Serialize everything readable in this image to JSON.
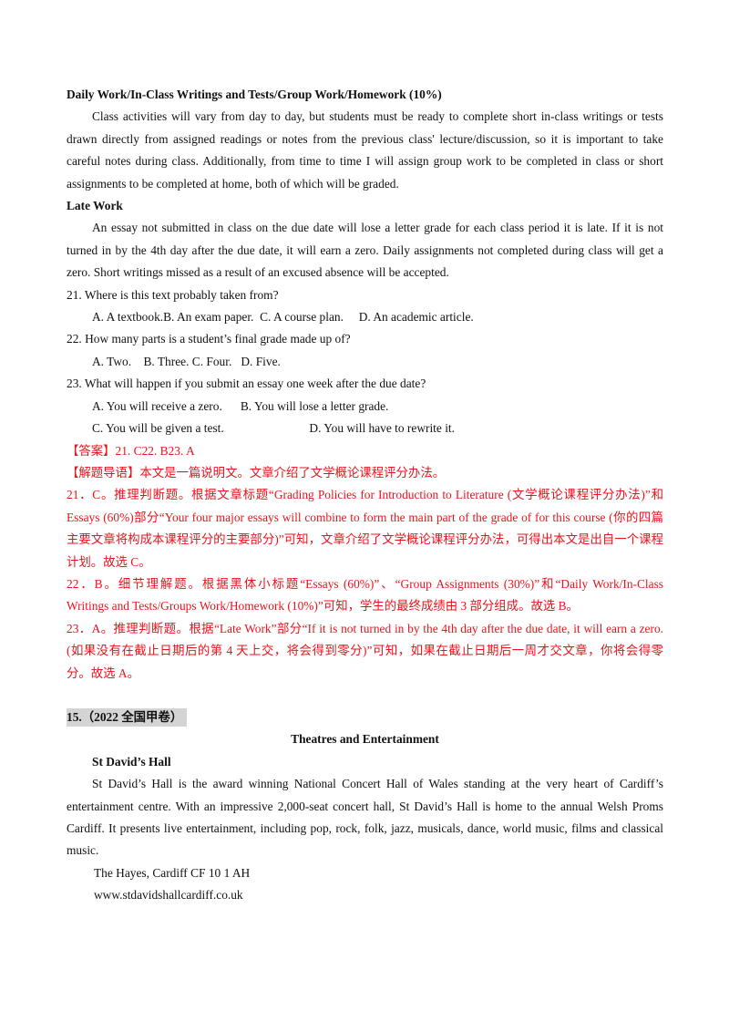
{
  "passage_a": {
    "heading_daily": "Daily Work/In-Class Writings and Tests/Group Work/Homework (10%)",
    "para_daily": "Class activities will vary from day to day, but students must be ready to complete short in-class writings or tests drawn directly from assigned readings or notes from the previous class' lecture/discussion, so it is important to take careful notes during class. Additionally, from time to time I will assign group work to be completed in class or short assignments to be completed at home, both of which will be graded.",
    "heading_late": "Late Work",
    "para_late": "An essay not submitted in class on the due date will lose a letter grade for each class period it is late. If it is not turned in by the 4th day after the due date, it will earn a zero. Daily assignments not completed during class will get a zero. Short writings missed as a result of an excused absence will be accepted."
  },
  "questions": [
    {
      "stem": "21. Where is this text probably taken from?",
      "option_lines": [
        "A. A textbook.B. An exam paper.  C. A course plan.     D. An academic article."
      ]
    },
    {
      "stem": "22. How many parts is a student’s final grade made up of?",
      "option_lines": [
        "A. Two.    B. Three. C. Four.   D. Five."
      ]
    },
    {
      "stem": "23. What will happen if you submit an essay one week after the due date?",
      "option_lines": [
        "A. You will receive a zero.      B. You will lose a letter grade.",
        "C. You will be given a test.                            D. You will have to rewrite it."
      ]
    }
  ],
  "answers": {
    "answer_line": "【答案】21. C22. B23. A",
    "guide_line": "【解题导语】本文是一篇说明文。文章介绍了文学概论课程评分办法。",
    "explain_21": "21．C。推理判断题。根据文章标题“Grading Policies for Introduction to Literature (文学概论课程评分办法)”和 Essays (60%)部分“Your four major essays will combine to form the main part of the grade of for this course (你的四篇主要文章将构成本课程评分的主要部分)”可知，文章介绍了文学概论课程评分办法，可得出本文是出自一个课程计划。故选 C。",
    "explain_22": "22．B。细节理解题。根据黑体小标题“Essays (60%)”、“Group Assignments (30%)”和“Daily Work/In-Class Writings and Tests/Groups Work/Homework (10%)”可知，学生的最终成绩由 3 部分组成。故选 B。",
    "explain_23": "23．A。推理判断题。根据“Late Work”部分“If it is not turned in by the 4th day after the due date, it will earn a zero. (如果没有在截止日期后的第 4 天上交，将会得到零分)”可知，如果在截止日期后一周才交文章，你将会得零分。故选 A。"
  },
  "section2": {
    "tag": "15.（2022 全国甲卷）",
    "title": "Theatres and Entertainment",
    "venue_name": "St David’s Hall",
    "venue_desc": "St David’s Hall is the award winning National Concert Hall of Wales standing at the very heart of Cardiff’s entertainment centre. With an impressive 2,000-seat concert hall, St David’s Hall is home to the annual Welsh Proms Cardiff. It presents live entertainment, including pop, rock, folk, jazz, musicals, dance, world music, films and classical music.",
    "address": "The Hayes, Cardiff CF 10 1 AH",
    "website": "www.stdavidshallcardiff.co.uk"
  },
  "colors": {
    "answer_red": "#e8141b",
    "tag_bg": "#d4d4d4"
  }
}
